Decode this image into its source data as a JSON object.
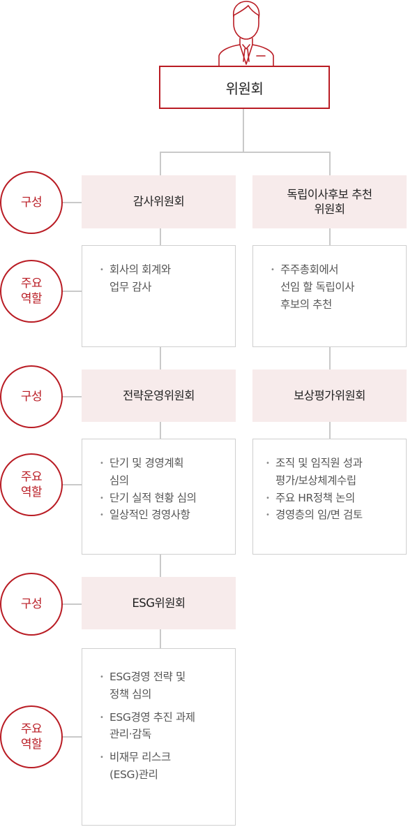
{
  "root": {
    "title": "위원회"
  },
  "labels": {
    "composition": "구성",
    "role_line1": "주요",
    "role_line2": "역할"
  },
  "committees": {
    "audit": {
      "name": "감사위원회",
      "roles": [
        [
          "회사의 회계와",
          "업무 감사"
        ]
      ]
    },
    "nomination": {
      "name_line1": "독립이사후보 추천",
      "name_line2": "위원회",
      "roles": [
        [
          "주주총회에서",
          "선임 할 독립이사",
          "후보의 추천"
        ]
      ]
    },
    "strategy": {
      "name": "전략운영위원회",
      "roles": [
        [
          "단기 및 경영계획",
          "심의"
        ],
        [
          "단기 실적 현황 심의"
        ],
        [
          "일상적인 경영사항"
        ]
      ]
    },
    "compensation": {
      "name": "보상평가위원회",
      "roles": [
        [
          "조직 및 임직원 성과",
          "평가/보상체계수립"
        ],
        [
          "주요 HR정책 논의"
        ],
        [
          "경영층의 임/면 검토"
        ]
      ]
    },
    "esg": {
      "name": "ESG위원회",
      "roles": [
        [
          "ESG경영 전략 및",
          "정책 심의"
        ],
        [
          "ESG경영 추진 과제",
          "관리·감독"
        ],
        [
          "비재무 리스크",
          "(ESG)관리"
        ]
      ]
    }
  }
}
